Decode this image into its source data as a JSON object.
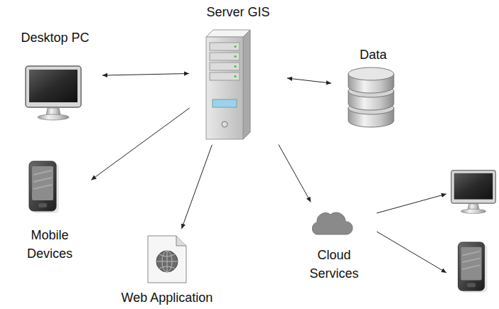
{
  "diagram": {
    "nodes": [
      {
        "text": [
          "Desktop PC"
        ]
      },
      {
        "text": [
          "Server GIS"
        ]
      },
      {
        "text": [
          "Data"
        ]
      },
      {
        "text": [
          "Mobile Devices"
        ]
      },
      {
        "text": [
          "Web Application"
        ]
      },
      {
        "text": [
          "Cloud Services"
        ]
      }
    ],
    "edges": [
      {
        "from": 0,
        "to": 1,
        "arrow": "both"
      },
      {
        "from": 1,
        "to": 2,
        "arrow": "both"
      },
      {
        "from": 1,
        "to": 3,
        "arrow": "to"
      },
      {
        "from": 1,
        "to": 4,
        "arrow": "to"
      },
      {
        "from": 1,
        "to": 5,
        "arrow": "to"
      }
    ]
  }
}
